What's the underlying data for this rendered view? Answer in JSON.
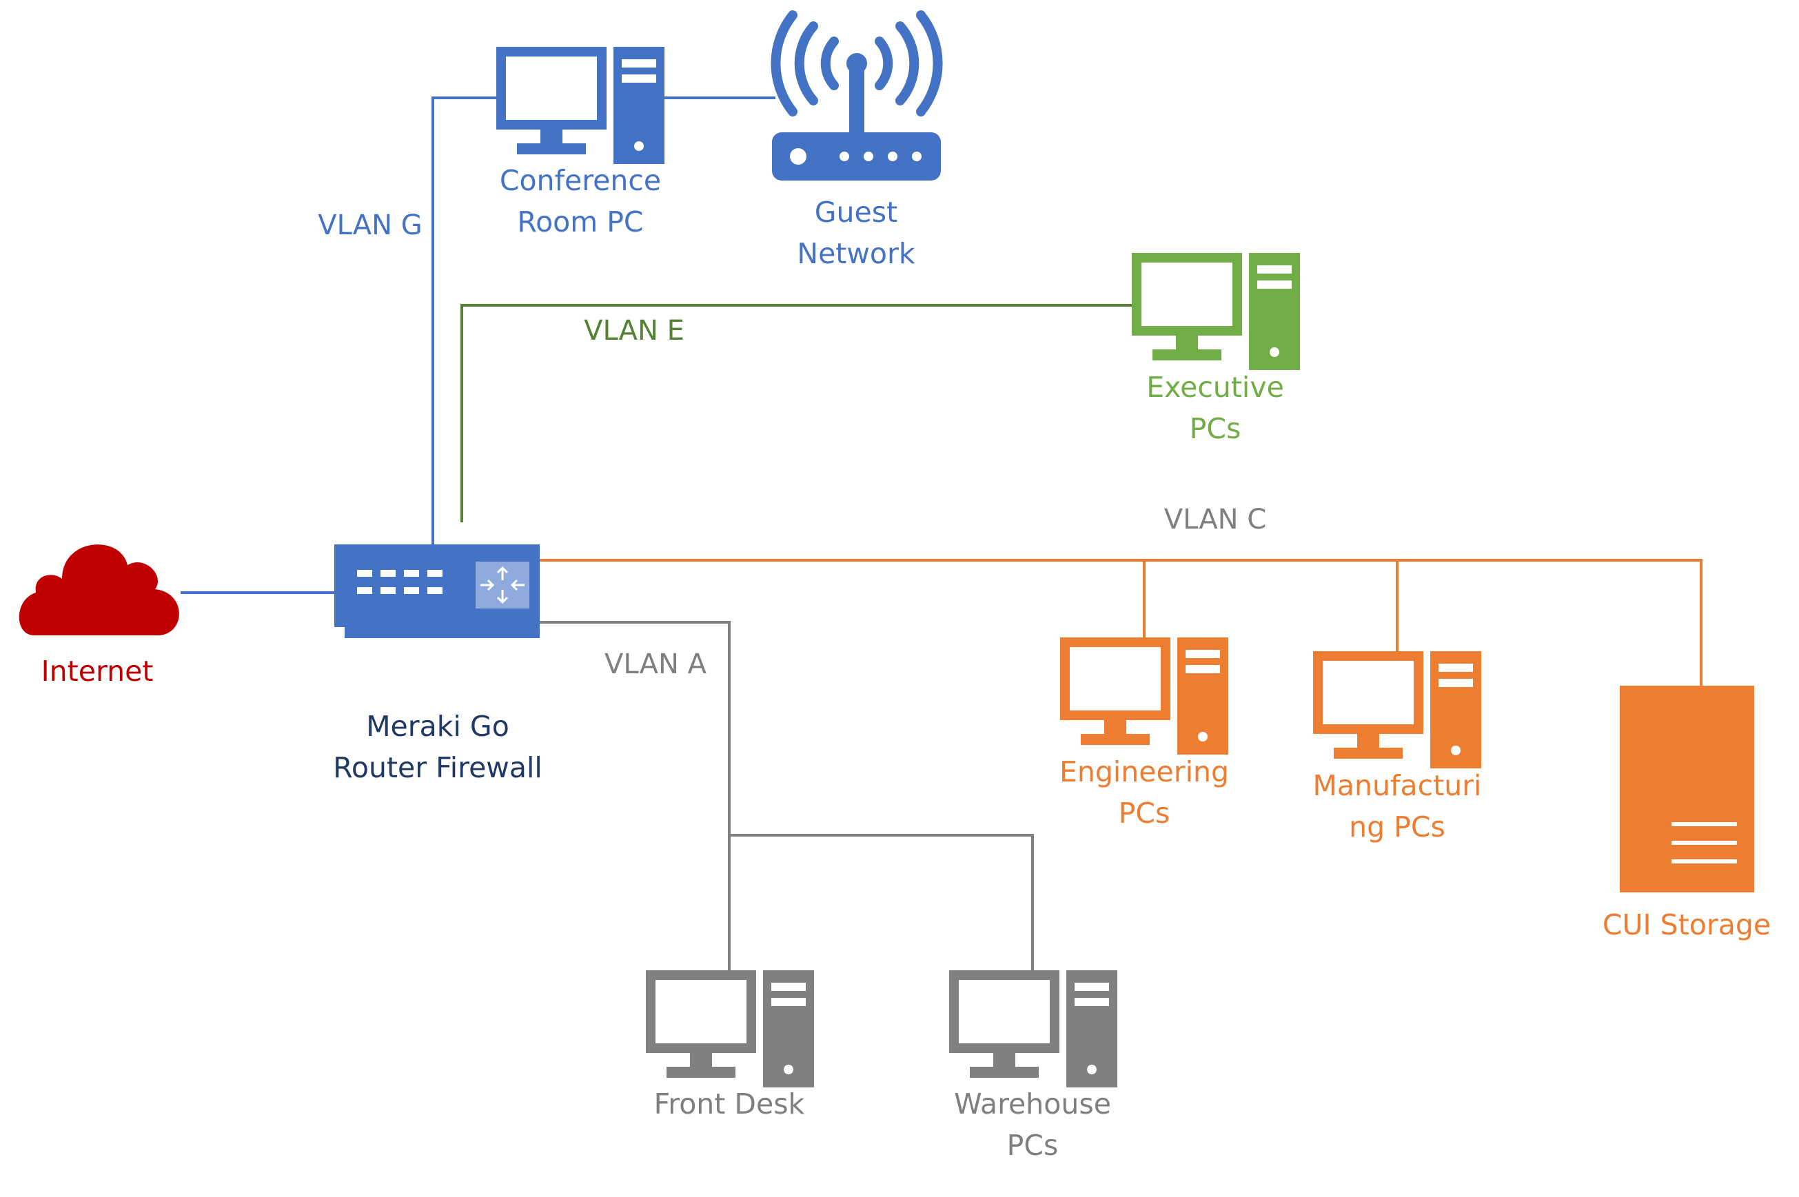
{
  "colors": {
    "blue": "#4472C4",
    "green": "#70AD47",
    "dark_green": "#548235",
    "orange": "#ED7D31",
    "gray": "#7F7F7F",
    "red": "#C00000",
    "navy": "#1F3864",
    "light_blue": "#8FAADC"
  },
  "vlans": {
    "g": "VLAN G",
    "e": "VLAN E",
    "c": "VLAN C",
    "a": "VLAN A"
  },
  "nodes": {
    "internet": {
      "label": "Internet",
      "icon": "cloud-icon"
    },
    "router": {
      "label_line1": "Meraki Go",
      "label_line2": "Router Firewall",
      "icon": "router-firewall-icon"
    },
    "conference_pc": {
      "label_line1": "Conference",
      "label_line2": "Room PC",
      "icon": "desktop-pc-icon"
    },
    "guest_network": {
      "label_line1": "Guest",
      "label_line2": "Network",
      "icon": "wireless-router-icon"
    },
    "executive_pcs": {
      "label_line1": "Executive",
      "label_line2": "PCs",
      "icon": "desktop-pc-icon"
    },
    "engineering_pcs": {
      "label_line1": "Engineering",
      "label_line2": "PCs",
      "icon": "desktop-pc-icon"
    },
    "manufacturing_pcs": {
      "label_line1": "Manufacturi",
      "label_line2": "ng PCs",
      "icon": "desktop-pc-icon"
    },
    "cui_storage": {
      "label": "CUI Storage",
      "icon": "server-icon"
    },
    "front_desk": {
      "label": "Front Desk",
      "icon": "desktop-pc-icon"
    },
    "warehouse_pcs": {
      "label_line1": "Warehouse",
      "label_line2": "PCs",
      "icon": "desktop-pc-icon"
    }
  }
}
